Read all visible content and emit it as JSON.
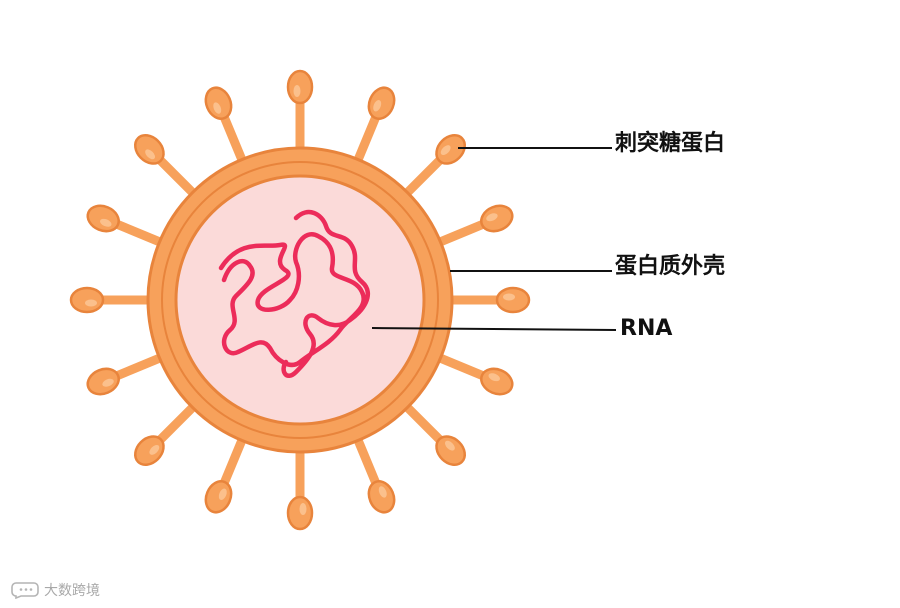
{
  "labels": {
    "spike_protein": "刺突糖蛋白",
    "protein_shell": "蛋白质外壳",
    "rna": "RNA"
  },
  "watermark": {
    "text": "大数跨境"
  },
  "colors": {
    "outer_ring": "#f7a15b",
    "ring_stroke": "#e8843c",
    "inner_core": "#fbdad9",
    "spike_fill": "#f7a15b",
    "rna_strand": "#ec2c5a",
    "leader_line": "#111111"
  },
  "icons": {
    "watermark_logo": "chat-bubble-icon"
  }
}
